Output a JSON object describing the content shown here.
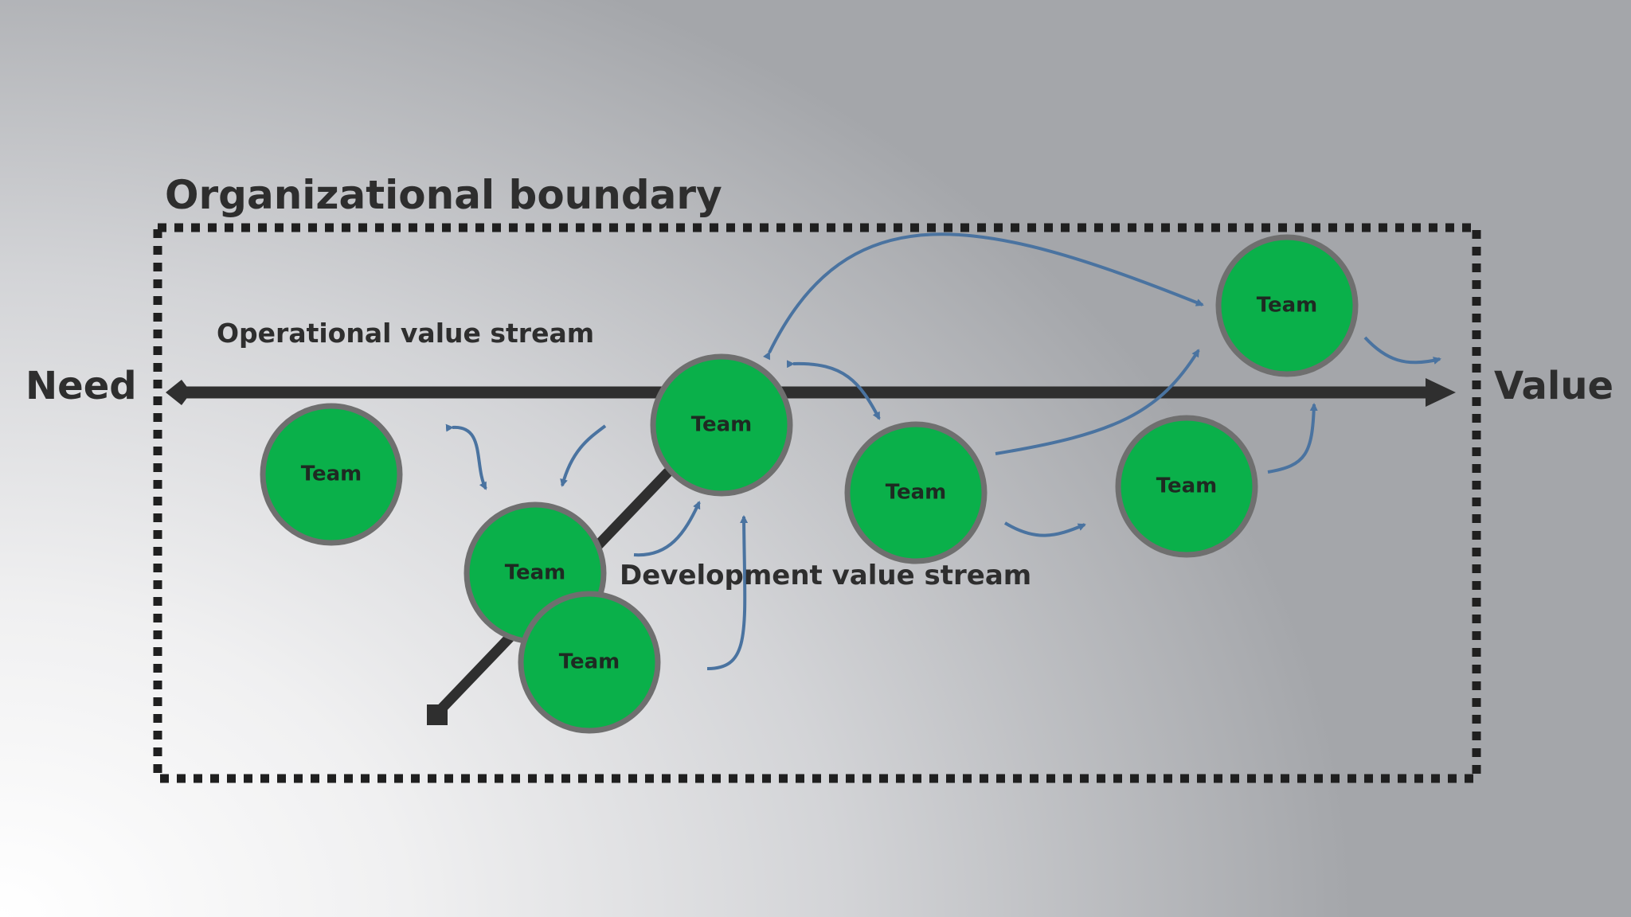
{
  "title": "Organizational boundary",
  "endpoints": {
    "start": "Need",
    "end": "Value"
  },
  "streams": {
    "operational": "Operational value stream",
    "development": "Development value stream"
  },
  "teams": [
    {
      "id": "team-1",
      "label": "Team"
    },
    {
      "id": "team-2",
      "label": "Team"
    },
    {
      "id": "team-3",
      "label": "Team"
    },
    {
      "id": "team-4",
      "label": "Team"
    },
    {
      "id": "team-5",
      "label": "Team"
    },
    {
      "id": "team-6",
      "label": "Team"
    },
    {
      "id": "team-7",
      "label": "Team"
    }
  ],
  "colors": {
    "team_fill": "#0ab04a",
    "team_border": "#6f6f6f",
    "arrow": "#4a73a0",
    "stream": "#2f2f2f",
    "boundary": "#1f1f1f"
  }
}
